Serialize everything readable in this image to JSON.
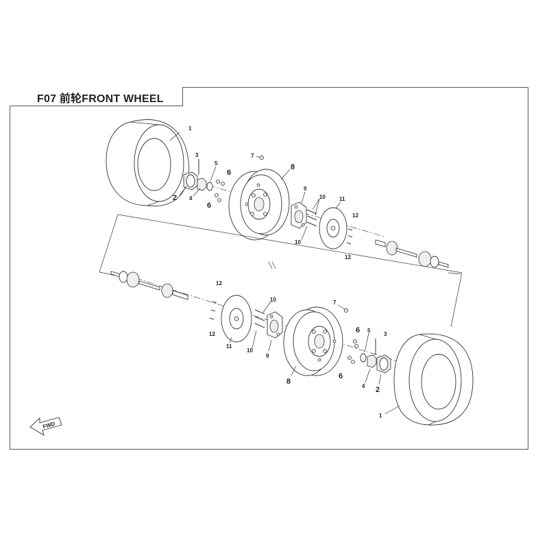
{
  "title": "F07 前轮FRONT WHEEL",
  "fwd_label": "FWD",
  "callouts_top": [
    {
      "id": "1",
      "text": "1"
    },
    {
      "id": "2",
      "text": "2"
    },
    {
      "id": "3",
      "text": "3"
    },
    {
      "id": "4",
      "text": "4"
    },
    {
      "id": "5",
      "text": "5"
    },
    {
      "id": "6a",
      "text": "6"
    },
    {
      "id": "6b",
      "text": "6"
    },
    {
      "id": "7",
      "text": "7"
    },
    {
      "id": "8",
      "text": "8"
    },
    {
      "id": "9",
      "text": "9"
    },
    {
      "id": "10a",
      "text": "10"
    },
    {
      "id": "10b",
      "text": "10"
    },
    {
      "id": "11",
      "text": "11"
    },
    {
      "id": "12a",
      "text": "12"
    },
    {
      "id": "12b",
      "text": "12"
    }
  ],
  "callouts_bottom": [
    {
      "id": "1",
      "text": "1"
    },
    {
      "id": "2",
      "text": "2"
    },
    {
      "id": "3",
      "text": "3"
    },
    {
      "id": "4",
      "text": "4"
    },
    {
      "id": "5",
      "text": "5"
    },
    {
      "id": "6a",
      "text": "6"
    },
    {
      "id": "6b",
      "text": "6"
    },
    {
      "id": "7",
      "text": "7"
    },
    {
      "id": "8",
      "text": "8"
    },
    {
      "id": "9",
      "text": "9"
    },
    {
      "id": "10a",
      "text": "10"
    },
    {
      "id": "10b",
      "text": "10"
    },
    {
      "id": "11",
      "text": "11"
    },
    {
      "id": "12a",
      "text": "12"
    },
    {
      "id": "12b",
      "text": "12"
    }
  ]
}
